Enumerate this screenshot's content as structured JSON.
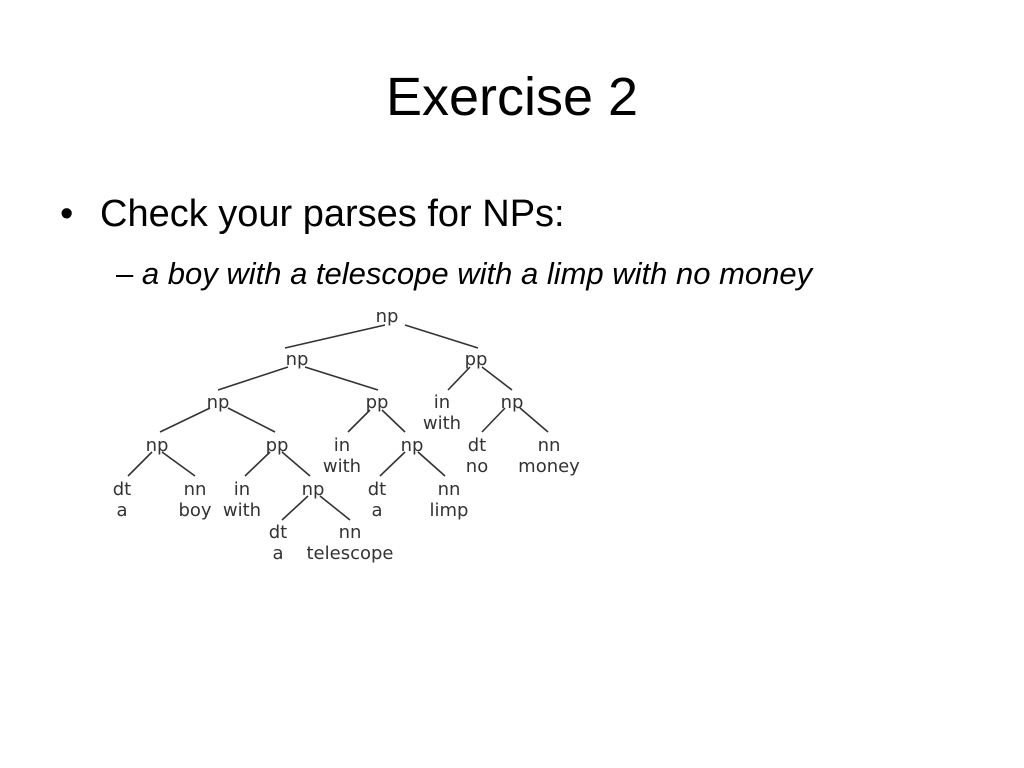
{
  "slide": {
    "title": "Exercise 2",
    "bullet": {
      "marker": "•",
      "text": "Check your parses for NPs:"
    },
    "sub_bullet": {
      "marker": "–",
      "text": "a boy with a telescope with a limp with no money"
    }
  },
  "parse_tree": {
    "nodes": {
      "np_root": "np",
      "np_l1": "np",
      "pp_l1": "pp",
      "np_l2": "np",
      "pp_l2": "pp",
      "in_l2": "in",
      "in_l2_word": "with",
      "np_l2b": "np",
      "np_l3": "np",
      "pp_l3": "pp",
      "in_l3": "in",
      "in_l3_word": "with",
      "np_l3b": "np",
      "dt_no": "dt",
      "dt_no_word": "no",
      "nn_money": "nn",
      "nn_money_word": "money",
      "dt_a1": "dt",
      "dt_a1_word": "a",
      "nn_boy": "nn",
      "nn_boy_word": "boy",
      "in_l4": "in",
      "in_l4_word": "with",
      "np_l4": "np",
      "dt_a3": "dt",
      "dt_a3_word": "a",
      "nn_limp": "nn",
      "nn_limp_word": "limp",
      "dt_a2": "dt",
      "dt_a2_word": "a",
      "nn_telescope": "nn",
      "nn_telescope_word": "telescope"
    }
  }
}
